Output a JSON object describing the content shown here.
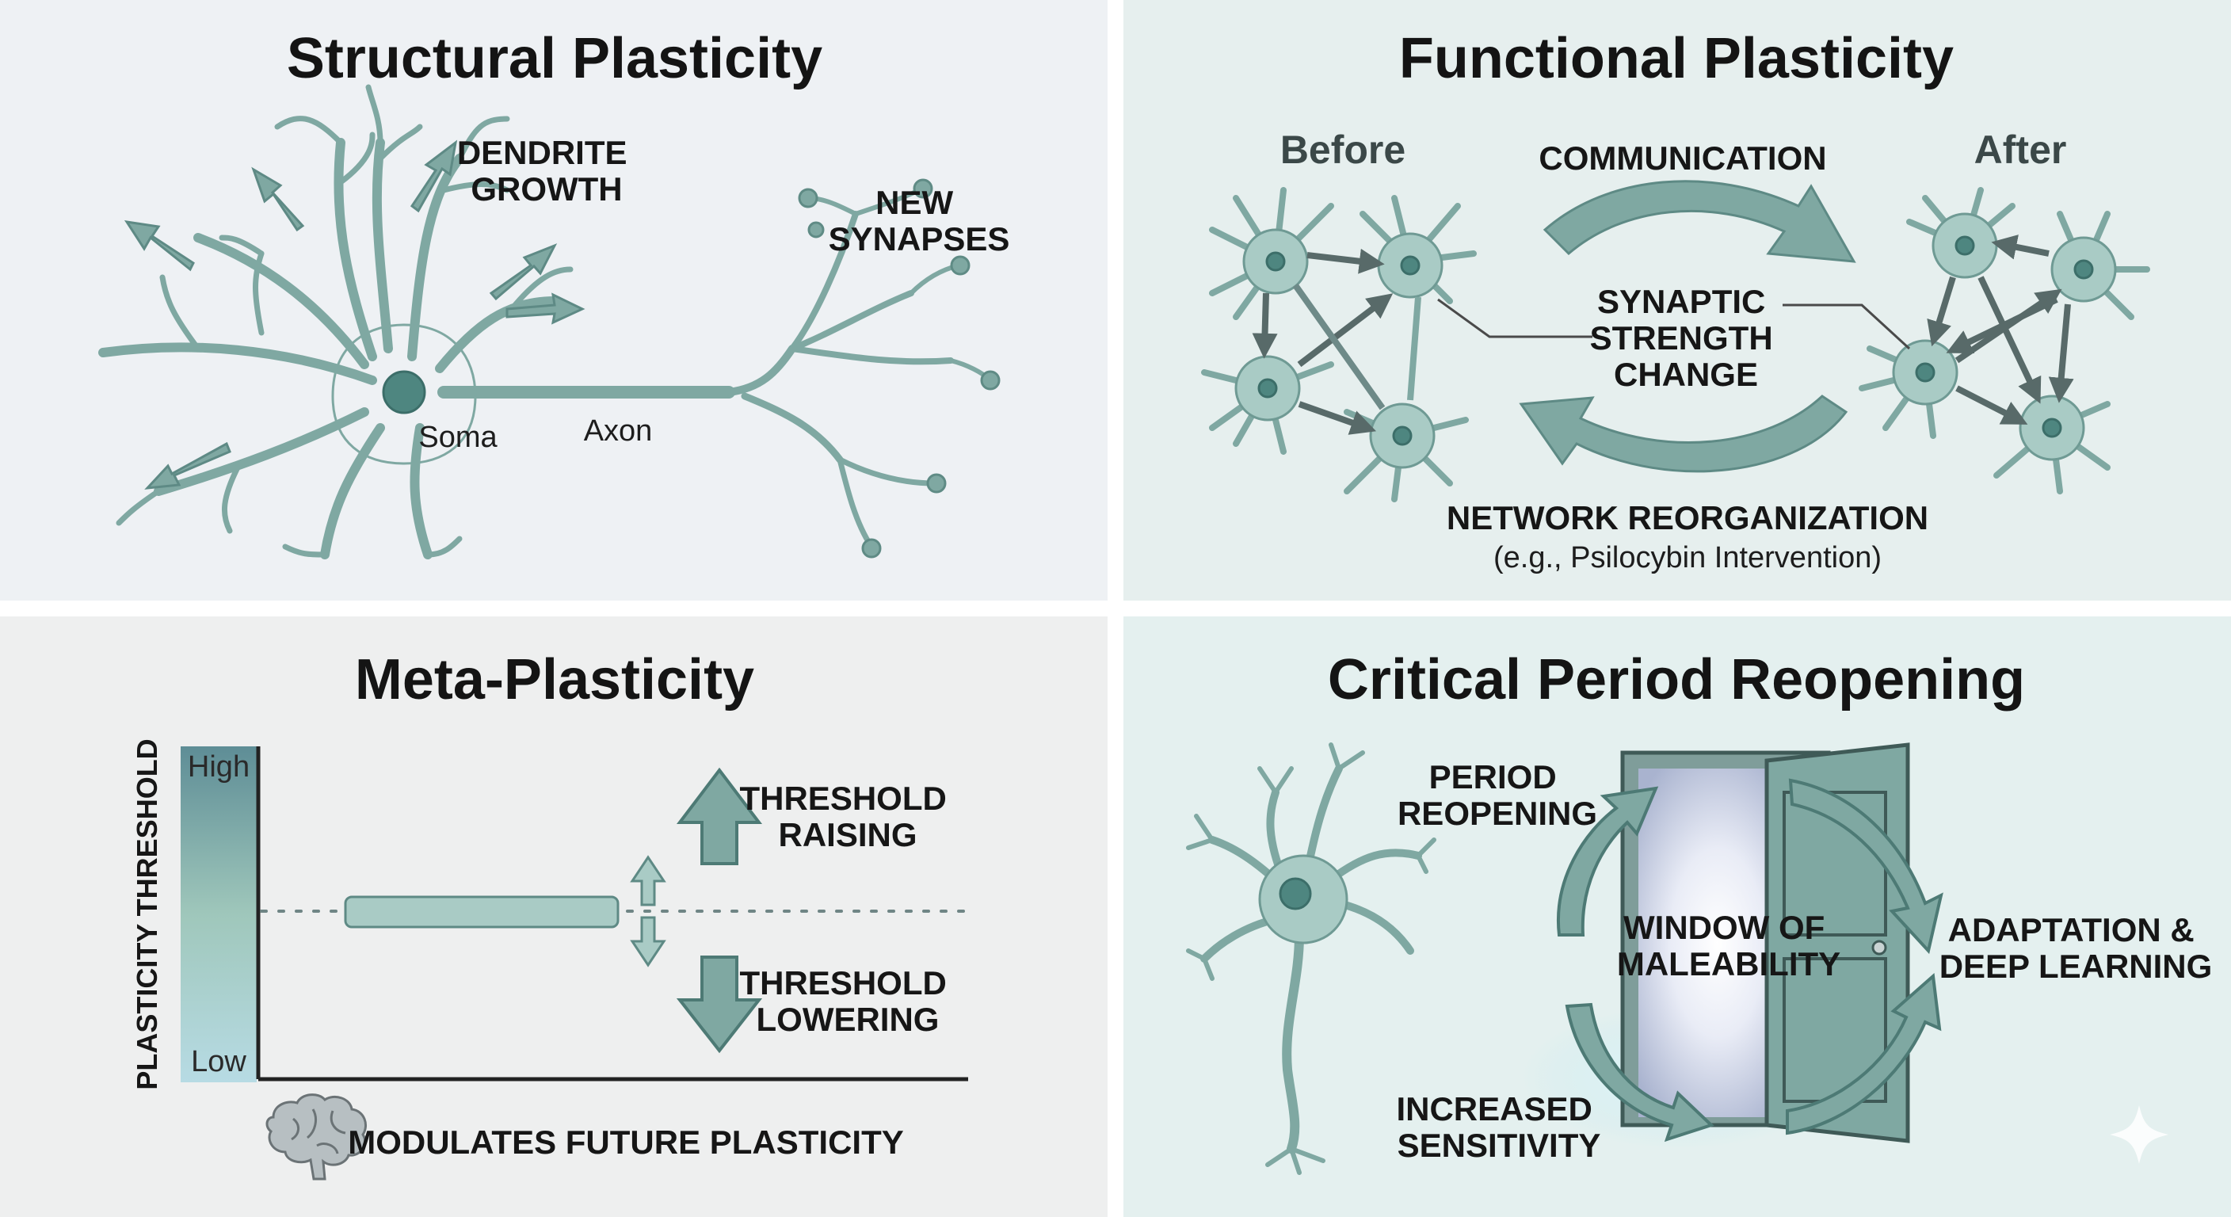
{
  "panels": {
    "structural": {
      "title": "Structural Plasticity",
      "dendrite_growth": [
        "DENDRITE",
        "GROWTH"
      ],
      "new_synapses": [
        "NEW",
        "SYNAPSES"
      ],
      "soma": "Soma",
      "axon": "Axon"
    },
    "functional": {
      "title": "Functional Plasticity",
      "before": "Before",
      "after": "After",
      "communication": "COMMUNICATION",
      "synaptic_change": [
        "SYNAPTIC",
        "STRENGTH",
        "CHANGE"
      ],
      "network_reorg": "NETWORK REORGANIZATION",
      "example": "(e.g., Psilocybin Intervention)"
    },
    "meta": {
      "title": "Meta-Plasticity",
      "y_axis_label": "PLASTICITY THRESHOLD",
      "high": "High",
      "low": "Low",
      "raising": [
        "THRESHOLD",
        "RAISING"
      ],
      "lowering": [
        "THRESHOLD",
        "LOWERING"
      ],
      "modulates": "MODULATES FUTURE PLASTICITY"
    },
    "critical": {
      "title": "Critical Period Reopening",
      "period_reopening": [
        "PERIOD",
        "REOPENING"
      ],
      "window": [
        "WINDOW OF",
        "MALEABILITY"
      ],
      "adaptation": [
        "ADAPTATION &",
        "DEEP LEARNING"
      ],
      "increased_sensitivity": [
        "INCREASED",
        "SENSITIVITY"
      ]
    }
  },
  "colors": {
    "teal": "#6f9a94",
    "teal_light": "#a9cbc5",
    "teal_dark": "#4e8680",
    "panel_top_left": "#eef1f4",
    "panel_top_right": "#e6efee",
    "panel_bottom_left": "#eeefef",
    "panel_bottom_right": "#e4f0ef"
  },
  "icons": {
    "brain": "brain-icon",
    "door": "door-icon",
    "sparkle": "sparkle-icon"
  }
}
